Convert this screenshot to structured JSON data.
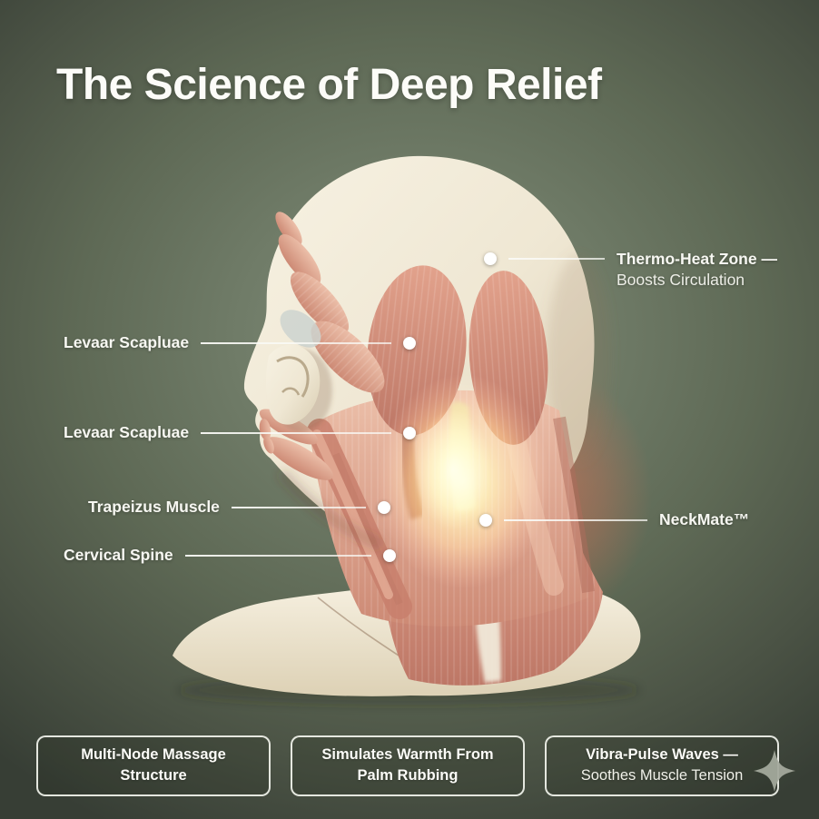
{
  "title": "The Science of Deep Relief",
  "callouts": {
    "thermo": {
      "label": "Thermo-Heat Zone —",
      "sublabel": "Boosts Circulation"
    },
    "levaar_upper": {
      "label": "Levaar Scapluae"
    },
    "levaar_lower": {
      "label": "Levaar Scapluae"
    },
    "trapeizus": {
      "label": "Trapeizus Muscle"
    },
    "cervical": {
      "label": "Cervical Spine"
    },
    "neckmate": {
      "label": "NeckMate™"
    }
  },
  "features": [
    {
      "label": "Multi-Node Massage Structure"
    },
    {
      "label": "Simulates Warmth From Palm Rubbing"
    },
    {
      "label": "Vibra-Pulse Waves —",
      "sublabel": "Soothes Muscle Tension"
    }
  ],
  "icons": {
    "sparkle": "four-point-sparkle"
  },
  "colors": {
    "background_center": "#7e8a78",
    "background_edge": "#3a4138",
    "glow_core": "#ffee9a",
    "glow_mid": "#ff9a45",
    "glow_outer": "#ef6a4d",
    "label_text": "#f7f7f2",
    "box_border": "#eef0ea",
    "sparkle_gray": "#a3a99c"
  }
}
